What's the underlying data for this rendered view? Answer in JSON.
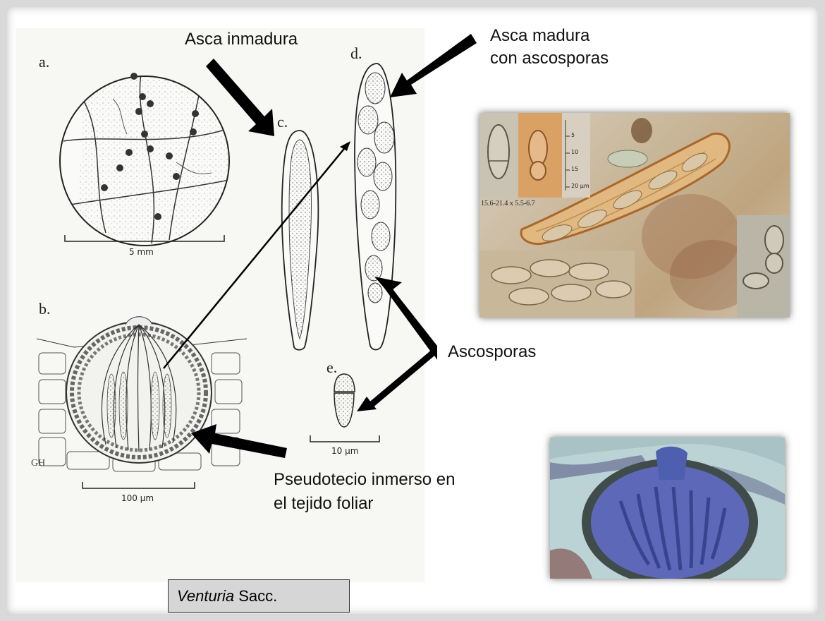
{
  "figure_labels": {
    "a": "a.",
    "b": "b.",
    "c": "c.",
    "d": "d.",
    "e": "e."
  },
  "scales": {
    "a": "5 mm",
    "b": "100 µm",
    "e": "10 µm"
  },
  "annotations": {
    "immature": "Asca inmadura",
    "mature_line1": "Asca madura",
    "mature_line2": "con ascosporas",
    "ascospores": "Ascosporas",
    "pseudo_line1": "Pseudotecio inmerso en",
    "pseudo_line2": "el tejido foliar"
  },
  "photo_top": {
    "measurement": "15.6-21.4 x 5.5-6.7",
    "ruler_ticks": [
      "5",
      "10",
      "15",
      "20 µm"
    ]
  },
  "caption": {
    "genus": "Venturia",
    "author": " Sacc."
  },
  "colors": {
    "frame": "#d9d9d9",
    "caption_bg": "#d6d6d6",
    "stain_blue": "#4f5fb0",
    "photo_orange": "#d9a264"
  }
}
